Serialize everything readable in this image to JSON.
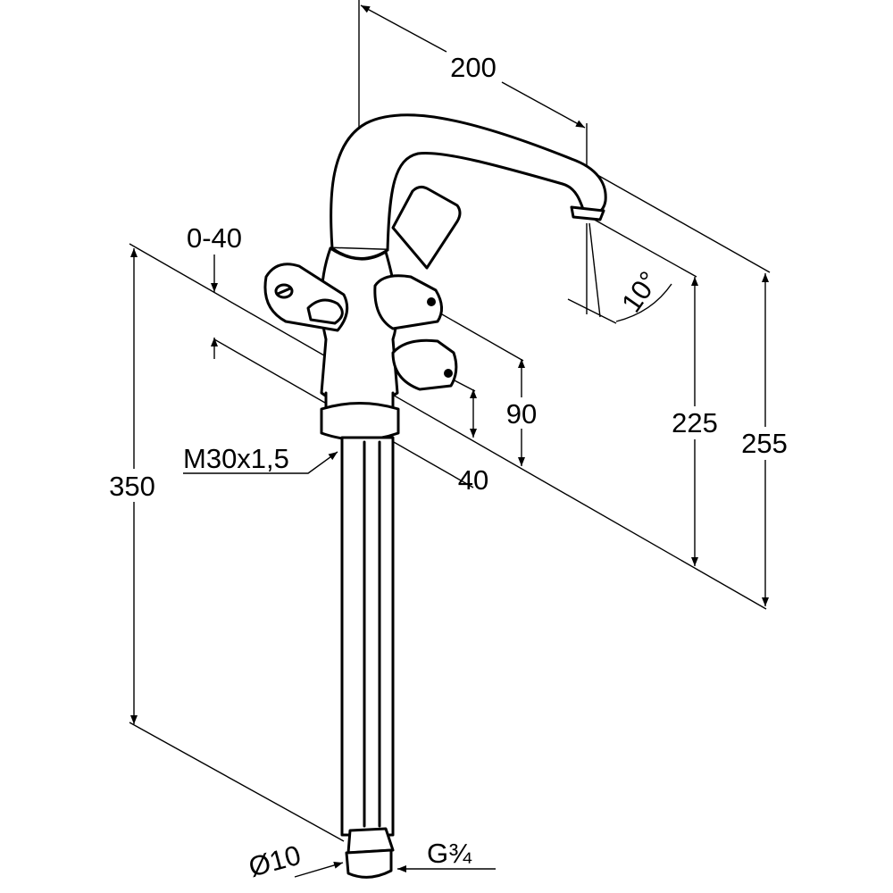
{
  "drawing": {
    "title": "Faucet technical dimension drawing",
    "dimensions": {
      "spout_reach": "200",
      "adjustment_range": "0-40",
      "spout_angle": "10°",
      "valve_height": "90",
      "spout_outlet_height": "225",
      "overall_height": "255",
      "shank_length": "350",
      "thread": "M30x1,5",
      "lower_offset": "40",
      "pipe_diameter": "Ø10",
      "connection": "G¾"
    },
    "colors": {
      "line": "#000000",
      "background": "#ffffff"
    }
  }
}
